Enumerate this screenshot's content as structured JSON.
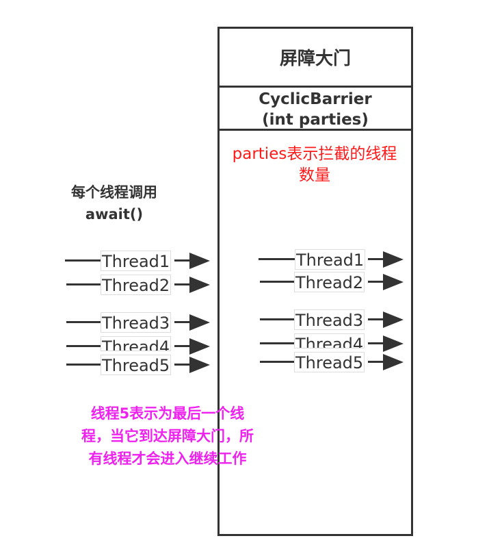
{
  "barrier": {
    "title": "屏障大门",
    "constructor_line1": "CyclicBarrier",
    "constructor_line2": "(int parties)",
    "note": "parties表示拦截的线程数量"
  },
  "left_note": {
    "line1": "每个线程调用",
    "line2": "await()"
  },
  "threads_outside": [
    "Thread1",
    "Thread2",
    "Thread3",
    "Thread4",
    "Thread5"
  ],
  "threads_inside": [
    "Thread1",
    "Thread2",
    "Thread3",
    "Thread4",
    "Thread5"
  ],
  "last_thread_note": {
    "line1": "线程5表示为最后一个线",
    "line2": "程，当它到达屏障大门，所",
    "line3": "有线程才会进入继续工作"
  },
  "colors": {
    "box_border": "#333333",
    "note_red": "#ff1a1a",
    "note_magenta": "#ee22ee"
  }
}
